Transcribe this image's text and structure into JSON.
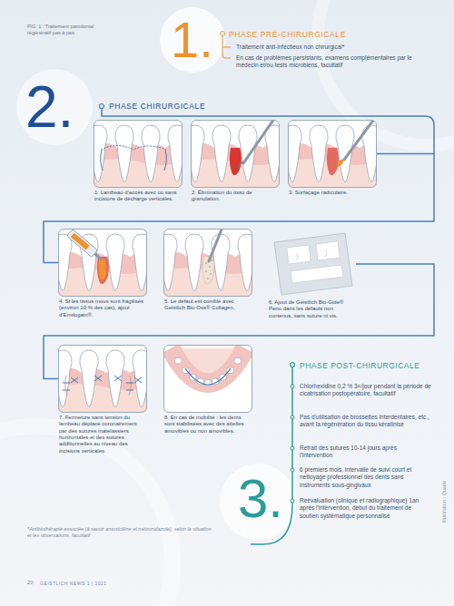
{
  "diagram": {
    "caption": "FIG. 1 : Traitement parodontal régénératif pas à pas",
    "nodes": [
      {
        "text": [
          "1. Lambeau d'accès avec ou sans incisions de décharge verticales."
        ]
      },
      {
        "text": [
          "2. Élimination du tissu de granulation."
        ]
      },
      {
        "text": [
          "3. Surfaçage radiculaire."
        ]
      },
      {
        "text": [
          "4. Si les tissus mous sont fragilisés (environ 10 % des cas), ajout d'Emdogain®."
        ]
      },
      {
        "text": [
          "5. Le défaut est comblé avec Geistlich Bio-Oss® Collagen."
        ]
      },
      {
        "text": [
          "6. Ajout de Geistlich Bio-Gide® Perio dans les défauts non contenus, sans suture ni vis."
        ]
      },
      {
        "text": [
          "7. Fermeture sans tension du lambeau déplacé coronairement par des sutures matelassiers horizontales et des sutures additionnelles au niveau des incisions verticales."
        ]
      },
      {
        "text": [
          "8. En cas de mobilité : les dents sont stabilisées avec des attelles amovibles ou non amovibles."
        ]
      }
    ],
    "edges": [
      {
        "from": 2,
        "to": 3,
        "arrow": "none"
      },
      {
        "from": 5,
        "to": 6,
        "arrow": "none"
      }
    ],
    "labels": [
      "1.",
      "PHASE PRÉ-CHIRURGICALE",
      "Traitement anti-infectieux non chirurgical*",
      "En cas de problèmes persistants, examens complémentaires par le médecin et/ou tests microbiens, facultatif",
      "2.",
      "PHASE CHIRURGICALE",
      "3.",
      "PHASE POST-CHIRURGICALE",
      "Chlorhexidine 0,2 % 3×/jour pendant la période de cicatrisation postopératoire, facultatif",
      "Pas d'utilisation de brossettes interdentaires, etc., avant la régénération du tissu kératinisé",
      "Retrait des sutures 10-14 jours après l'intervention",
      "6 premiers mois, intervalle de suivi court et nettoyage professionnel des dents sans instruments sous-gingivaux",
      "Réévaluation (clinique et radiographique) 1an après l'intervention, début du traitement de soutien systématique personnalisé",
      "*Antibiothérapie associée (à savoir amoxicilline et métronidazole), selon la situation et les observations, facultatif",
      "20",
      "GEISTLICH NEWS 1 | 2021",
      "Illustration : Quade"
    ]
  }
}
